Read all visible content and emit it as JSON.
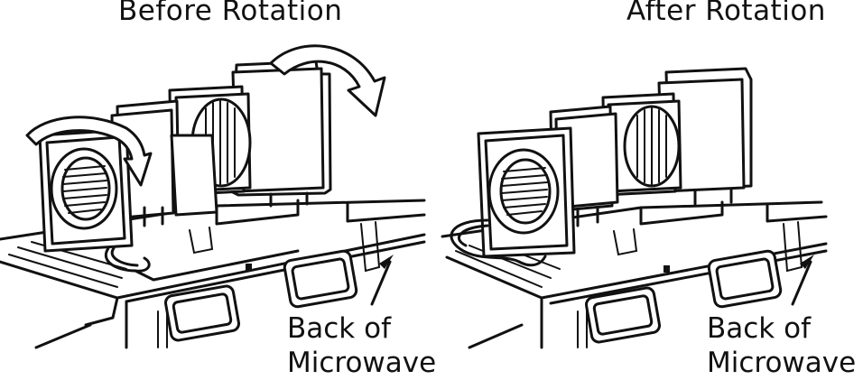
{
  "panels": {
    "before": {
      "title": "Before Rotation",
      "caption_line1": "Back of",
      "caption_line2": "Microwave"
    },
    "after": {
      "title": "After Rotation",
      "caption_line1": "Back of",
      "caption_line2": "Microwave"
    }
  },
  "icons": [
    "rotation-arrow-icon",
    "pointer-arrow-icon",
    "blower-fan-icon"
  ]
}
